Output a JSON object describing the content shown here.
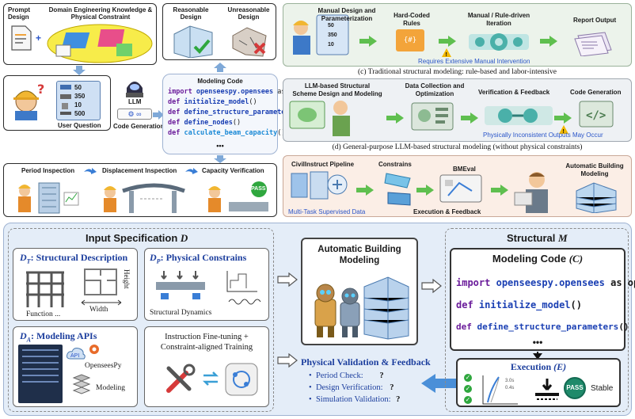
{
  "top_left": {
    "prompt_design": "Prompt\nDesign",
    "domain_knowledge": "Domain Engineering Knowledge &\nPhysical Constraint",
    "user_question": "User Question",
    "question_values": [
      "50",
      "350",
      "10",
      "500"
    ],
    "llm_label": "LLM",
    "code_generation": "Code Generation",
    "reasonable_design": "Reasonable\nDesign",
    "unreasonable_design": "Unreasonable\nDesign",
    "modeling_code_title": "Modeling Code",
    "code_lines": [
      {
        "kw": "import",
        "fn": "openseespy.opensees",
        "rest": " as ops"
      },
      {
        "kw": "def",
        "fn": "initialize_model",
        "rest": "()"
      },
      {
        "kw": "def",
        "fn": "define_structure_parameters",
        "rest": "()"
      },
      {
        "kw": "def",
        "fn": "define_nodes",
        "rest": "()"
      },
      {
        "kw": "def",
        "fn": "calculate_beam_capacity",
        "rest": "()"
      }
    ],
    "code_ellipsis": "•••",
    "period_inspection": "Period Inspection",
    "displacement_inspection": "Displacement Inspection",
    "capacity_verification": "Capacity Verification",
    "pass_label": "PASS"
  },
  "panel_c": {
    "step1": "Manual Design and\nParameterization",
    "step2": "Hard-Coded\nRules",
    "step3": "Manual / Rule-driven\nIteration",
    "step4": "Report Output",
    "clipboard_values": [
      "50",
      "350",
      "10"
    ],
    "note": "Requires Extensive Manual Intervention",
    "caption": "(c) Traditional structural modeling: rule-based and labor-intensive"
  },
  "panel_d": {
    "step1": "LLM-based Structural\nScheme Design and Modeling",
    "step2": "Data Collection and\nOptimization",
    "step3": "Verification & Feedback",
    "step4": "Code Generation",
    "note": "Physically Inconsistent Outputs May Occur",
    "caption": "(d) General-purpose LLM-based structural modeling (without physical constraints)"
  },
  "panel_e": {
    "pipeline": "CivilInstruct Pipeline",
    "constraints": "Constrains",
    "bmeval": "BMEval",
    "automatic": "Automatic Building\nModeling",
    "multitask": "Multi-Task Supervised Data",
    "execution": "Execution & Feedback"
  },
  "bottom": {
    "input_spec": "Input Specification",
    "input_spec_var": "D",
    "dt_title": "Structural Description",
    "dt_var": "D",
    "dt_sub": "T",
    "function_label": "Function ...",
    "width_label": "Width",
    "height_label": "Height",
    "dp_title": "Physical Constrains",
    "dp_var": "D",
    "dp_sub": "P",
    "structural_dynamics": "Structural Dynamics",
    "da_title": "Modeling APIs",
    "da_var": "D",
    "da_sub": "A",
    "opensees": "OpenseesPy",
    "modeling": "Modeling",
    "api_label": "API",
    "finetune": "Instruction Fine-tuning +\nConstraint-aligned Training",
    "auto_title": "Automatic Building\nModeling",
    "structural_title": "Structural",
    "structural_var": "M",
    "modeling_code": "Modeling Code",
    "modeling_code_var": "(C)",
    "big_code": [
      {
        "kw": "import",
        "fn": "openseespy.opensees",
        "rest": " as ops"
      },
      {
        "kw": "def",
        "fn": "initialize_model",
        "rest": "()"
      },
      {
        "kw": "def",
        "fn": "define_structure_parameters",
        "rest": "()"
      }
    ],
    "big_ellipsis": "•••",
    "execution_title": "Execution",
    "execution_var": "(E)",
    "stable": "Stable",
    "pass": "PASS",
    "delta1": "3.0s",
    "delta2": "0.4s",
    "validation_title": "Physical Validation & Feedback",
    "checks": [
      {
        "label": "Period Check:",
        "mark": "?"
      },
      {
        "label": "Design Verification:",
        "mark": "?"
      },
      {
        "label": "Simulation Validation:",
        "mark": "?"
      }
    ]
  },
  "colors": {
    "panel_bg": "#e4edf8",
    "arrow_green": "#5fbf4f",
    "arrow_blue": "#4a8fd8",
    "code_kw": "#6a1b9a",
    "code_fn": "#1a3fb3",
    "note_blue": "#2a55c9"
  }
}
